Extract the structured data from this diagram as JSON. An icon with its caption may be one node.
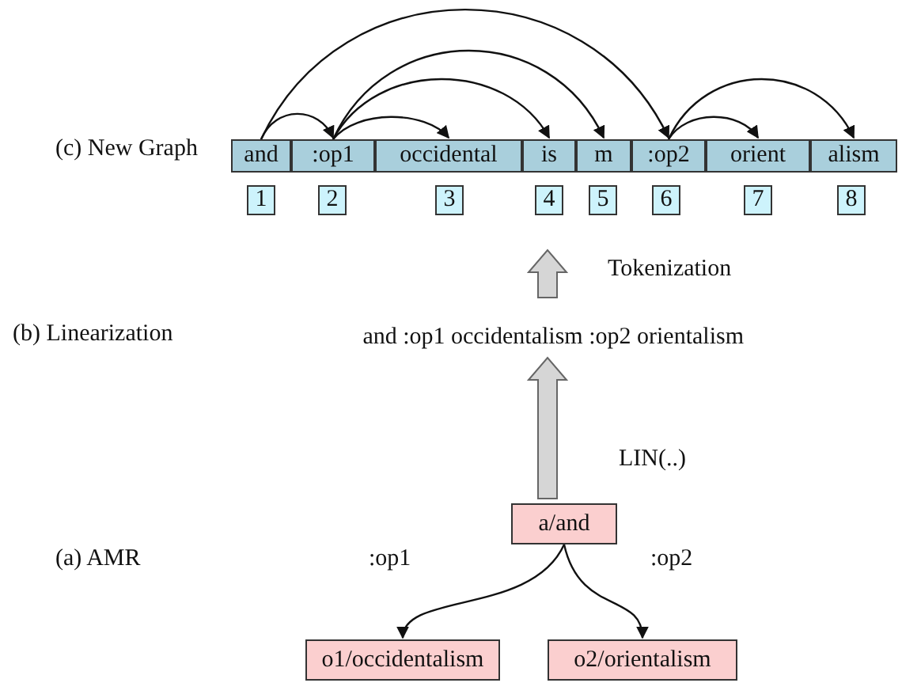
{
  "diagram": {
    "nodes": [
      {
        "text": [
          "and"
        ]
      },
      {
        "text": [
          ":op1"
        ]
      },
      {
        "text": [
          "occidental"
        ]
      },
      {
        "text": [
          "is"
        ]
      },
      {
        "text": [
          "m"
        ]
      },
      {
        "text": [
          ":op2"
        ]
      },
      {
        "text": [
          "orient"
        ]
      },
      {
        "text": [
          "alism"
        ]
      },
      {
        "text": [
          "1"
        ]
      },
      {
        "text": [
          "2"
        ]
      },
      {
        "text": [
          "3"
        ]
      },
      {
        "text": [
          "4"
        ]
      },
      {
        "text": [
          "5"
        ]
      },
      {
        "text": [
          "6"
        ]
      },
      {
        "text": [
          "7"
        ]
      },
      {
        "text": [
          "8"
        ]
      },
      {
        "text": [
          "and :op1 occidentalism :op2 orientalism"
        ]
      },
      {
        "text": [
          "a/and"
        ]
      },
      {
        "text": [
          "o1/occidentalism"
        ]
      },
      {
        "text": [
          "o2/orientalism"
        ]
      }
    ],
    "edges": [
      {
        "from": 0,
        "to": 1,
        "arrow": "to"
      },
      {
        "from": 0,
        "to": 5,
        "arrow": "to"
      },
      {
        "from": 1,
        "to": 2,
        "arrow": "to"
      },
      {
        "from": 1,
        "to": 3,
        "arrow": "to"
      },
      {
        "from": 1,
        "to": 4,
        "arrow": "to"
      },
      {
        "from": 5,
        "to": 6,
        "arrow": "to"
      },
      {
        "from": 5,
        "to": 7,
        "arrow": "to"
      },
      {
        "from": 16,
        "to": null,
        "arrow": "to",
        "label": "Tokenization"
      },
      {
        "from": 17,
        "to": 16,
        "arrow": "to",
        "label": "LIN(..)"
      },
      {
        "from": 17,
        "to": 18,
        "arrow": "to",
        "label": ":op1"
      },
      {
        "from": 17,
        "to": 19,
        "arrow": "to",
        "label": ":op2"
      }
    ],
    "labels": [
      "(c) New Graph",
      "(b) Linearization",
      "(a) AMR"
    ]
  }
}
